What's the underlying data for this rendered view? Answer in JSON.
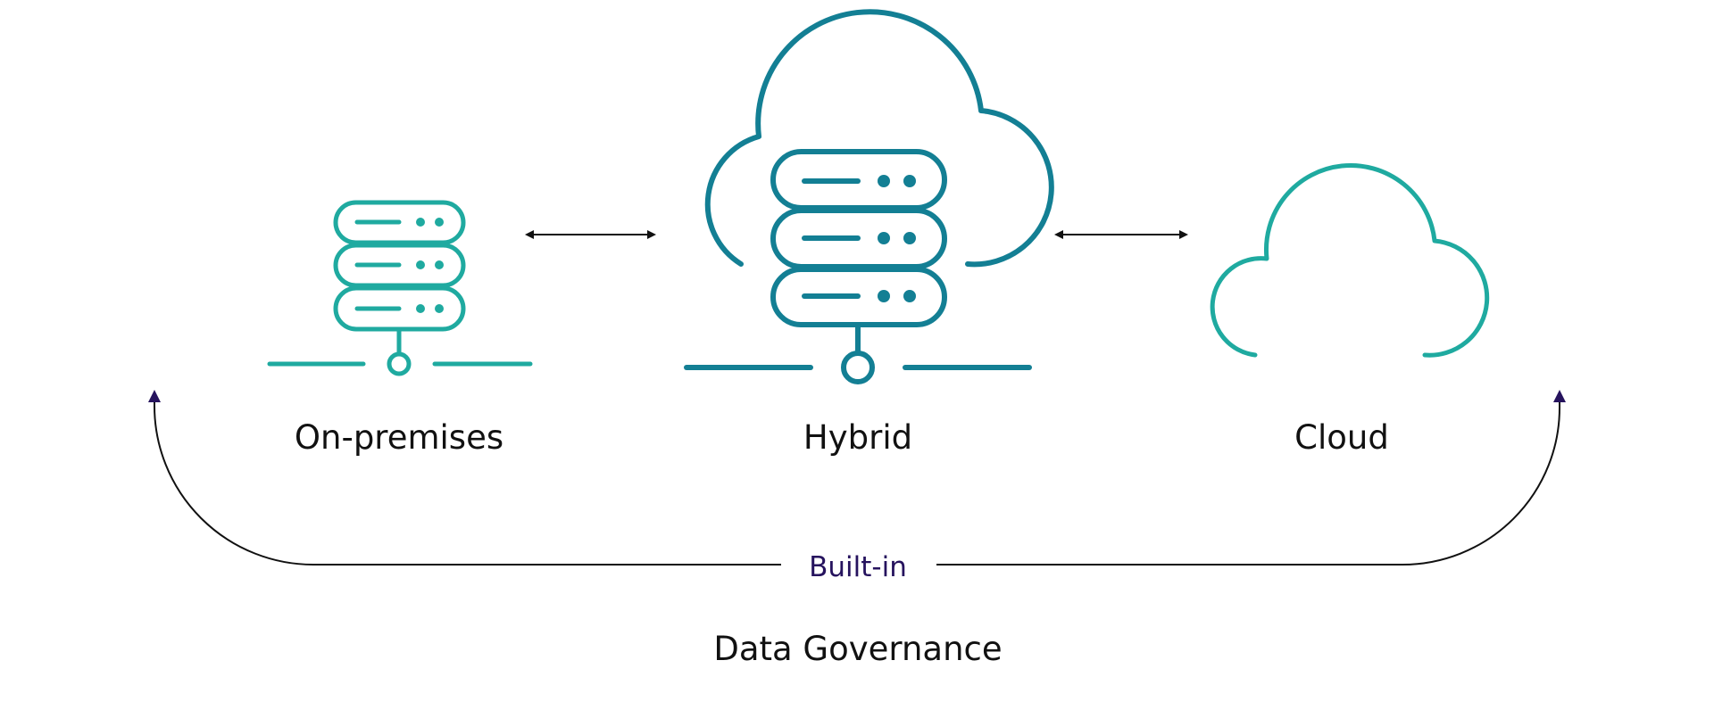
{
  "diagram": {
    "nodes": [
      {
        "id": "on-premises",
        "label": "On-premises",
        "icon": "server-stack-icon"
      },
      {
        "id": "hybrid",
        "label": "Hybrid",
        "icon": "cloud-server-icon"
      },
      {
        "id": "cloud",
        "label": "Cloud",
        "icon": "cloud-icon"
      }
    ],
    "connectors": [
      {
        "from": "on-premises",
        "to": "hybrid",
        "style": "double-arrow"
      },
      {
        "from": "hybrid",
        "to": "cloud",
        "style": "double-arrow"
      }
    ],
    "governance": {
      "builtin_label": "Built-in",
      "title": "Data Governance"
    }
  },
  "colors": {
    "teal_light": "#1faaa0",
    "teal_dark": "#137f94",
    "text": "#111111",
    "builtin_text": "#26135e",
    "arrow_head": "#26135e",
    "line": "#111111"
  }
}
